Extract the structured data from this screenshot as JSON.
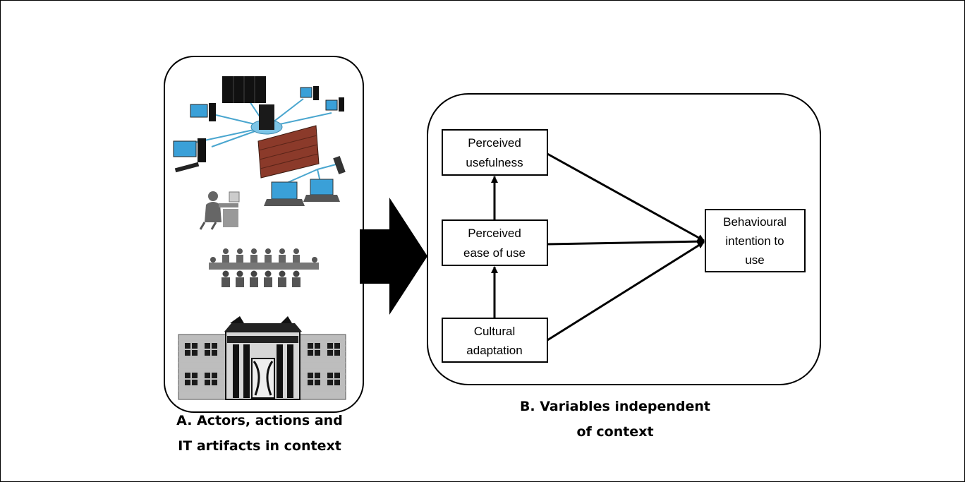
{
  "panel_a": {
    "caption_line1": "A.  Actors, actions and",
    "caption_line2": "IT artifacts in context",
    "illustrations": [
      "computer-network-icon",
      "firewall-icon",
      "office-worker-icon",
      "meeting-group-icon",
      "institution-building-icon"
    ]
  },
  "panel_b": {
    "caption_line1": "B.  Variables independent",
    "caption_line2": "of context",
    "nodes": {
      "perceived_usefulness": [
        "Perceived",
        "usefulness"
      ],
      "perceived_ease_of_use": [
        "Perceived",
        "ease of use"
      ],
      "cultural_adaptation": [
        "Cultural",
        "adaptation"
      ],
      "behavioural_intention": [
        "Behavioural",
        "intention to",
        "use"
      ]
    }
  },
  "colors": {
    "stroke": "#000000",
    "network_line": "#4aa6cf",
    "screen": "#3aa0d8",
    "brick": "#8b3a2a",
    "building": "#b8b8b8"
  }
}
